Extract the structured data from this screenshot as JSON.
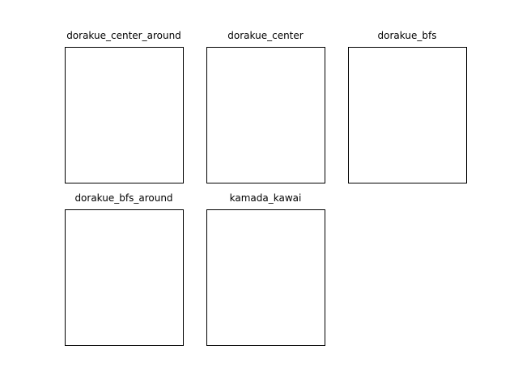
{
  "chart_data": [
    {
      "type": "other",
      "title": "dorakue_center_around",
      "nodes": [],
      "edges": []
    },
    {
      "type": "other",
      "title": "dorakue_center",
      "nodes": [],
      "edges": []
    },
    {
      "type": "other",
      "title": "dorakue_bfs",
      "nodes": [],
      "edges": []
    },
    {
      "type": "other",
      "title": "dorakue_bfs_around",
      "nodes": [],
      "edges": []
    },
    {
      "type": "other",
      "title": "kamada_kawai",
      "nodes": [],
      "edges": []
    }
  ]
}
